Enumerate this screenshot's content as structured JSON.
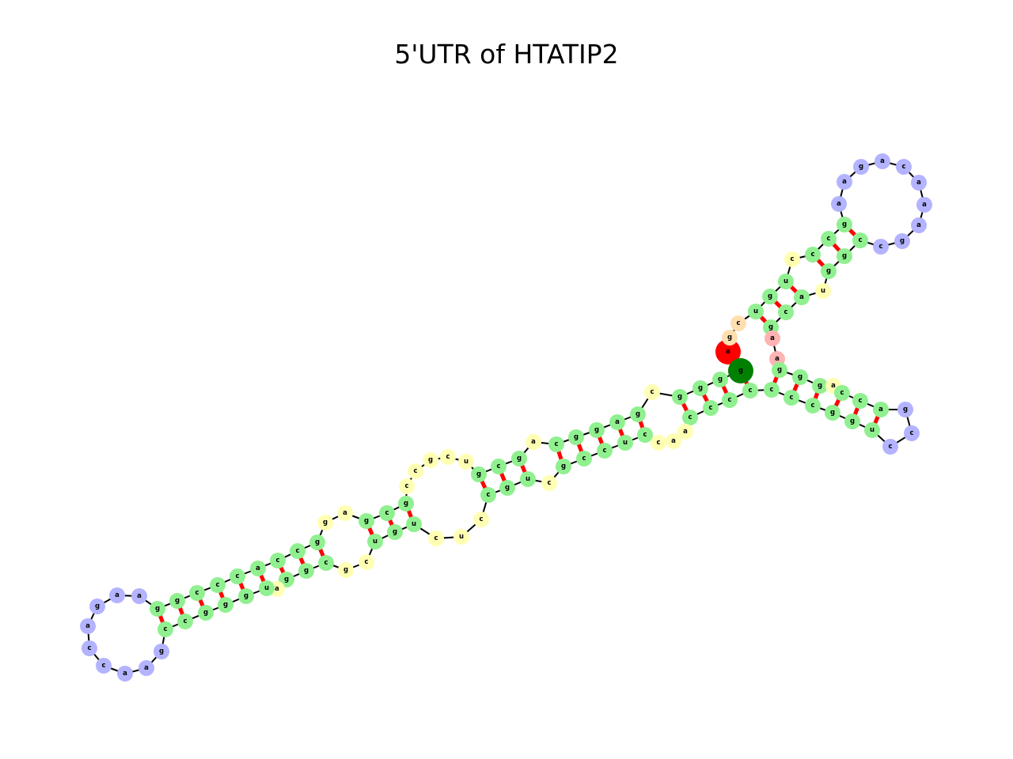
{
  "title": "5'UTR of HTATIP2",
  "sequence": [
    "a",
    "g",
    "c",
    "u",
    "g",
    "u",
    "c",
    "c",
    "c",
    "g",
    "a",
    "a",
    "g",
    "a",
    "c",
    "a",
    "a",
    "a",
    "g",
    "c",
    "c",
    "g",
    "g",
    "u",
    "a",
    "c",
    "g",
    "a",
    "a",
    "g",
    "g",
    "g",
    "a",
    "c",
    "c",
    "a",
    "g",
    "c",
    "c",
    "u",
    "g",
    "g",
    "c",
    "c",
    "c",
    "c",
    "c",
    "c",
    "c",
    "a",
    "a",
    "c",
    "c",
    "u",
    "c",
    "c",
    "g",
    "c",
    "u",
    "g",
    "c",
    "c",
    "u",
    "c",
    "u",
    "g",
    "u",
    "c",
    "g",
    "c",
    "g",
    "g",
    "a",
    "u",
    "g",
    "g",
    "g",
    "c",
    "c",
    "g",
    "a",
    "a",
    "c",
    "c",
    "a",
    "g",
    "a",
    "a",
    "g",
    "g",
    "c",
    "c",
    "c",
    "a",
    "c",
    "c",
    "g",
    "g",
    "a",
    "g",
    "c",
    "g",
    "c",
    "c",
    "g",
    "c",
    "u",
    "g",
    "c",
    "g",
    "a",
    "c",
    "g",
    "g",
    "a",
    "g",
    "c",
    "g",
    "g",
    "g",
    "g"
  ],
  "base_pairs": [
    [
      4,
      27
    ],
    [
      5,
      26
    ],
    [
      6,
      25
    ],
    [
      8,
      23
    ],
    [
      9,
      22
    ],
    [
      10,
      21
    ],
    [
      30,
      45
    ],
    [
      31,
      44
    ],
    [
      32,
      43
    ],
    [
      34,
      42
    ],
    [
      35,
      41
    ],
    [
      36,
      40
    ],
    [
      46,
      121
    ],
    [
      47,
      120
    ],
    [
      48,
      119
    ],
    [
      49,
      118
    ],
    [
      53,
      116
    ],
    [
      54,
      115
    ],
    [
      55,
      114
    ],
    [
      56,
      113
    ],
    [
      57,
      112
    ],
    [
      59,
      110
    ],
    [
      60,
      109
    ],
    [
      61,
      108
    ],
    [
      65,
      102
    ],
    [
      66,
      101
    ],
    [
      67,
      100
    ],
    [
      70,
      97
    ],
    [
      71,
      96
    ],
    [
      72,
      95
    ],
    [
      74,
      94
    ],
    [
      75,
      93
    ],
    [
      76,
      92
    ],
    [
      77,
      91
    ],
    [
      78,
      90
    ],
    [
      79,
      89
    ]
  ],
  "element_colors": {
    "stem": "#90f090",
    "interior_loop": "#ffffb3",
    "hairpin_loop": "#b3b3ff",
    "multiloop": "#ffb3b3",
    "unpaired_end": "#ffdfb0"
  },
  "end_markers": [
    {
      "index": 1,
      "color": "#ff0000"
    },
    {
      "index": 121,
      "color": "#008000"
    }
  ],
  "backbone_color": "#000000",
  "basepair_color": "#ff0000"
}
